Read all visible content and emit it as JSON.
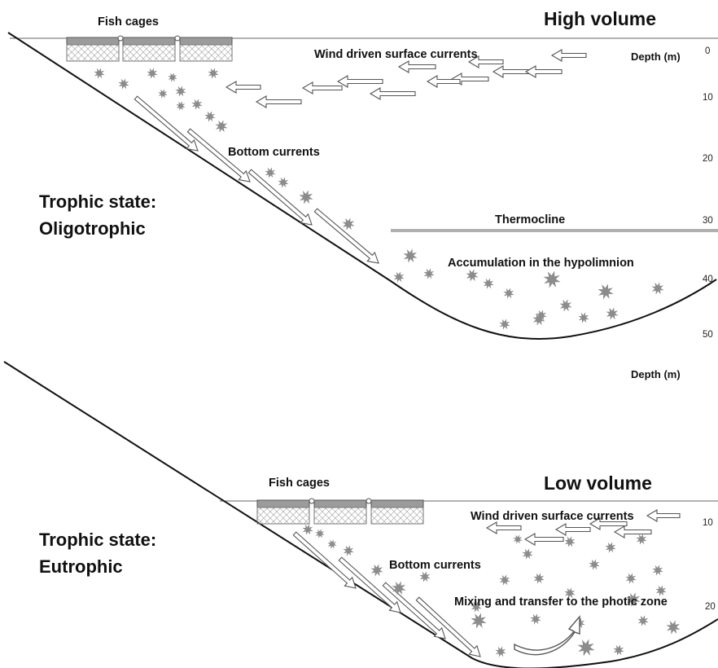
{
  "top_panel": {
    "volume": "High volume",
    "fish_cages": "Fish cages",
    "surface_currents": "Wind driven surface currents",
    "bottom_currents": "Bottom currents",
    "thermocline": "Thermocline",
    "accumulation": "Accumulation in the hypolimnion",
    "trophic_line1": "Trophic state:",
    "trophic_line2": "Oligotrophic",
    "depth_label": "Depth (m)",
    "depth_ticks": [
      "0",
      "10",
      "20",
      "30",
      "40",
      "50"
    ]
  },
  "bottom_panel": {
    "depth_label": "Depth (m)",
    "volume": "Low volume",
    "fish_cages": "Fish cages",
    "surface_currents": "Wind driven surface currents",
    "bottom_currents": "Bottom currents",
    "mixing": "Mixing and transfer to the photic zone",
    "trophic_line1": "Trophic state:",
    "trophic_line2": "Eutrophic",
    "depth_ticks": [
      "10",
      "20"
    ]
  },
  "colors": {
    "particle": "#8c8c8c",
    "thermocline": "#b0b0b0",
    "outline": "#111111"
  }
}
